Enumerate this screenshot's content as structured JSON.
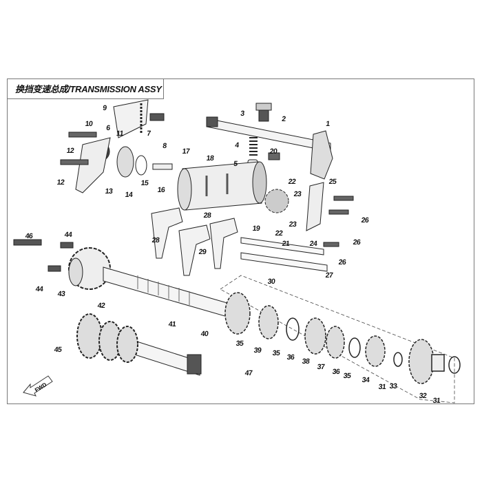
{
  "title": "换挡变速总成/TRANSMISSION ASSY",
  "fwd_label": "FWD",
  "callouts": [
    "1",
    "2",
    "3",
    "4",
    "5",
    "6",
    "7",
    "8",
    "9",
    "10",
    "11",
    "12",
    "12",
    "13",
    "14",
    "15",
    "16",
    "17",
    "18",
    "20",
    "22",
    "23",
    "25",
    "26",
    "26",
    "26",
    "23",
    "22",
    "19",
    "21",
    "24",
    "28",
    "28",
    "29",
    "27",
    "30",
    "46",
    "44",
    "44",
    "43",
    "42",
    "41",
    "40",
    "35",
    "39",
    "35",
    "36",
    "38",
    "37",
    "36",
    "35",
    "34",
    "31",
    "33",
    "32",
    "31",
    "47",
    "45"
  ]
}
